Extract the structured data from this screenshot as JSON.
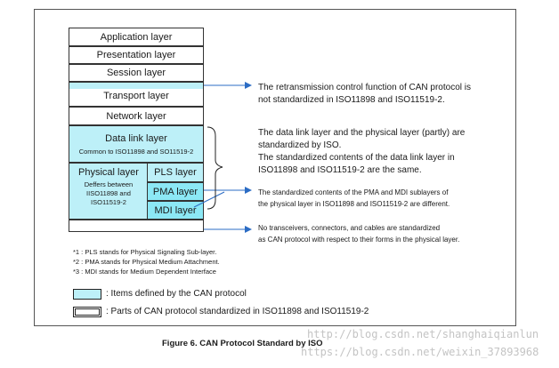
{
  "layers": {
    "application": "Application layer",
    "presentation": "Presentation layer",
    "session": "Session layer",
    "transport": "Transport layer",
    "network": "Network layer",
    "data_link_title": "Data link layer",
    "data_link_sub": "Common to ISO11898 and SO11519-2",
    "physical_title": "Physical layer",
    "physical_sub_1": "Deffers between",
    "physical_sub_2": "IISO11898 and",
    "physical_sub_3": "ISO11519-2",
    "pls": "PLS layer",
    "pma": "PMA layer",
    "mdi": "MDI layer"
  },
  "descriptions": {
    "transport_1": "The retransmission control function of CAN protocol is",
    "transport_2": "not standardized in ISO11898 and ISO11519-2.",
    "datalink_1": "The data link layer and the physical layer (partly) are",
    "datalink_2": "standardized by ISO.",
    "datalink_3": "The standardized contents of the data link layer in",
    "datalink_4": "ISO11898 and ISO11519-2 are the same.",
    "pma_1": "The standardized contents of the PMA and MDI sublayers of",
    "pma_2": "the physical layer in ISO11898 and ISO11519-2 are different.",
    "bottom_1": "No transceivers, connectors, and cables are standardized",
    "bottom_2": "as CAN protocol with respect to their forms in the physical layer."
  },
  "footnotes": [
    "*1 :   PLS stands for Physical Signaling Sub-layer.",
    "*2 :   PMA stands for Physical Medium Attachment.",
    "*3 :   MDI stands for Medium Dependent Interface"
  ],
  "legend": {
    "cyan_label": ": Items defined by the CAN protocol",
    "white_label": ": Parts of CAN protocol standardized in ISO11898 and ISO11519-2"
  },
  "caption": "Figure 6. CAN Protocol Standard by ISO",
  "watermarks": {
    "line1": "http://blog.csdn.net/shanghaiqianlun",
    "line2": "https://blog.csdn.net/weixin_37893968"
  },
  "colors": {
    "cyan_light": "#bdf0f8",
    "cyan_dark": "#8ce8f5",
    "arrow_blue": "#2b6cc4"
  }
}
